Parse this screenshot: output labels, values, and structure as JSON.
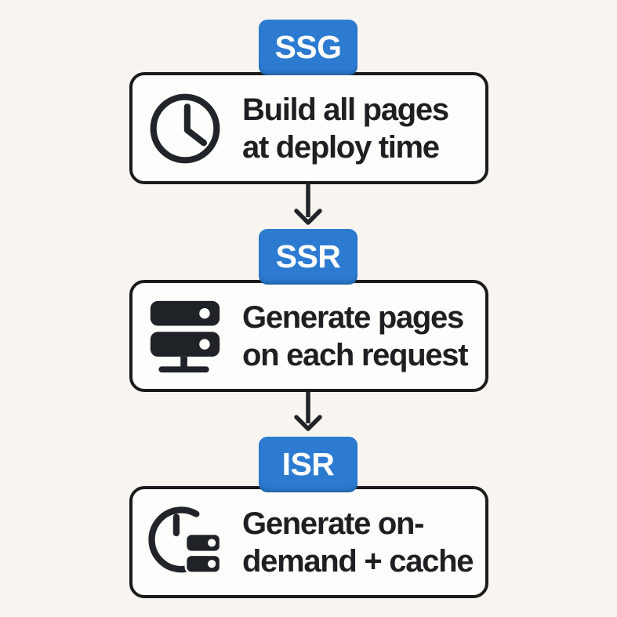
{
  "diagram": {
    "colors": {
      "background": "#F8F5F0",
      "card_fill": "#FDFDFB",
      "outline": "#1B1B1B",
      "accent_blue": "#2C7BD1",
      "badge_text": "#FFFFFF",
      "body_text": "#1E1F22"
    },
    "stages": [
      {
        "badge": "SSG",
        "icon": "clock-icon",
        "line1": "Build all pages",
        "line2": "at deploy time"
      },
      {
        "badge": "SSR",
        "icon": "server-icon",
        "line1": "Generate pages",
        "line2": "on each request"
      },
      {
        "badge": "ISR",
        "icon": "clock-cache-server-icon",
        "line1": "Generate on-",
        "line2": "demand + cache"
      }
    ],
    "connectors": [
      "arrow-down",
      "arrow-down"
    ]
  }
}
